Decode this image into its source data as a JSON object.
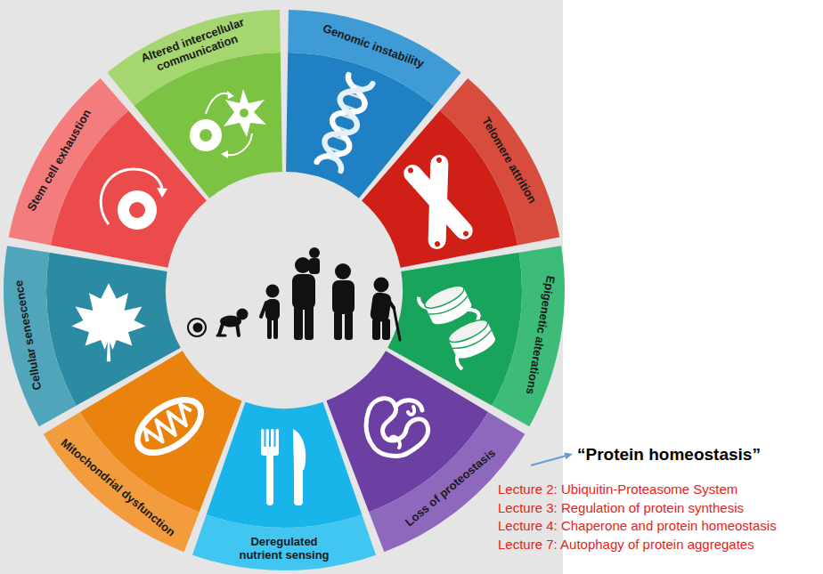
{
  "diagram": {
    "nodes": [
      {
        "text": [
          "Genomic instability"
        ]
      },
      {
        "text": [
          "Telomere attrition"
        ]
      },
      {
        "text": [
          "Epigenetic alterations"
        ]
      },
      {
        "text": [
          "Loss of proteostasis"
        ]
      },
      {
        "text": [
          "Deregulated nutrient sensing"
        ]
      },
      {
        "text": [
          "Mitochondrial dysfunction"
        ]
      },
      {
        "text": [
          "Cellular senescence"
        ]
      },
      {
        "text": [
          "Stem cell exhaustion"
        ]
      },
      {
        "text": [
          "Altered intercellular communication"
        ]
      }
    ],
    "labels": [
      "“Protein homeostasis”",
      "Lecture 2: Ubiquitin-Proteasome System",
      "Lecture 3: Regulation of protein synthesis",
      "Lecture 4: Chaperone and protein homeostasis",
      "Lecture 7: Autophagy of protein aggregates"
    ]
  }
}
